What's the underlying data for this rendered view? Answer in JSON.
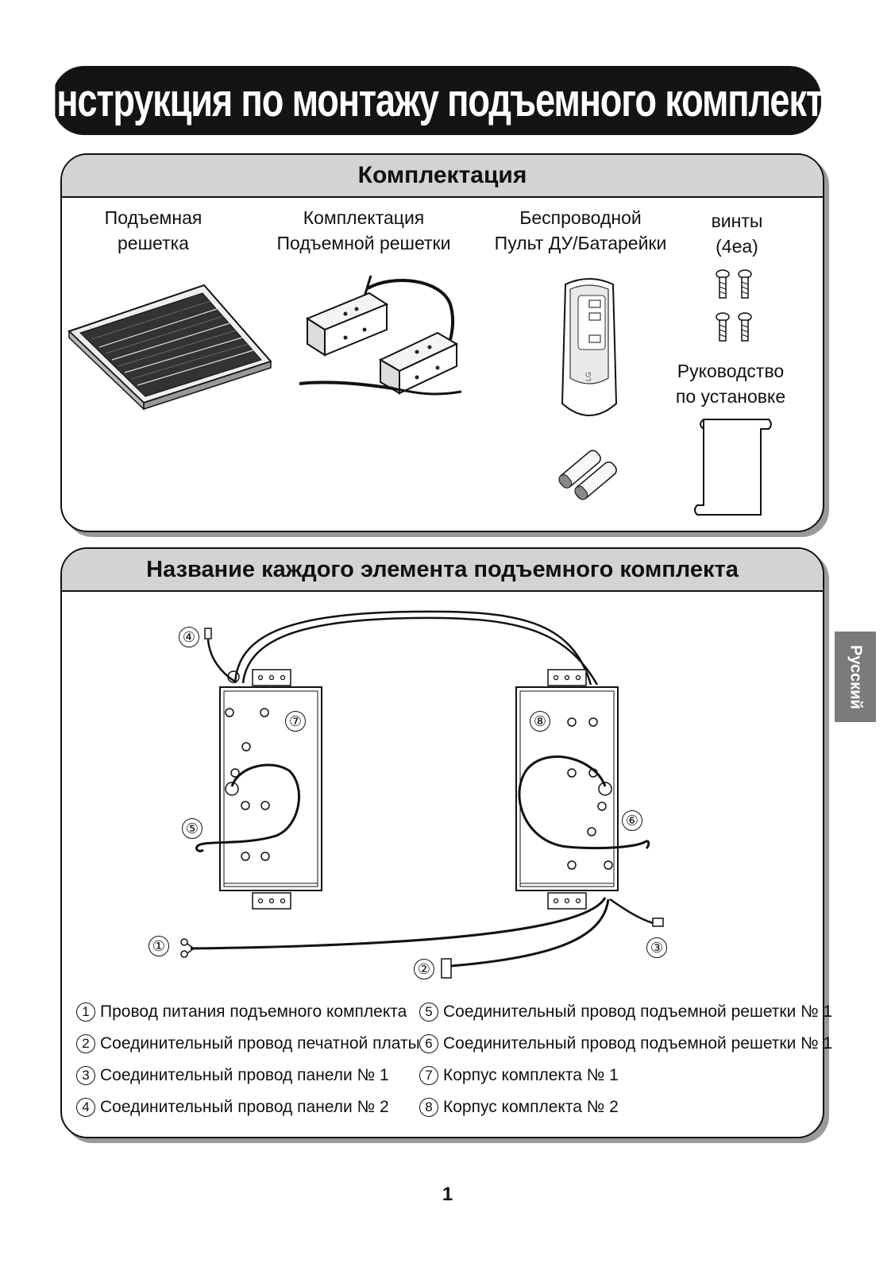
{
  "title": "Инструкция по монтажу подъемного комплекта",
  "side_tab": "Русский",
  "page_number": "1",
  "package": {
    "heading": "Комплектация",
    "items": [
      {
        "line1": "Подъемная",
        "line2": "решетка"
      },
      {
        "line1": "Комплектация",
        "line2": "Подъемной решетки"
      },
      {
        "line1": "Беспроводной",
        "line2": "Пульт ДУ/Батарейки"
      },
      {
        "line1": "винты",
        "line2": "(4ea)"
      },
      {
        "line1": "Руководство",
        "line2": "по установке"
      }
    ],
    "remote_brand": "LG"
  },
  "parts": {
    "heading": "Название каждого элемента подъемного комплекта",
    "callouts": [
      "①",
      "②",
      "③",
      "④",
      "⑤",
      "⑥",
      "⑦",
      "⑧"
    ],
    "legend_left": [
      {
        "num": "1",
        "text": "Провод питания подъемного комплекта"
      },
      {
        "num": "2",
        "text": "Соединительный провод печатной платы"
      },
      {
        "num": "3",
        "text": "Соединительный провод панели № 1"
      },
      {
        "num": "4",
        "text": "Соединительный провод панели № 2"
      }
    ],
    "legend_right": [
      {
        "num": "5",
        "text": "Соединительный провод подъемной решетки № 1"
      },
      {
        "num": "6",
        "text": "Соединительный провод подъемной решетки № 1"
      },
      {
        "num": "7",
        "text": "Корпус комплекта № 1"
      },
      {
        "num": "8",
        "text": "Корпус комплекта № 2"
      }
    ]
  }
}
